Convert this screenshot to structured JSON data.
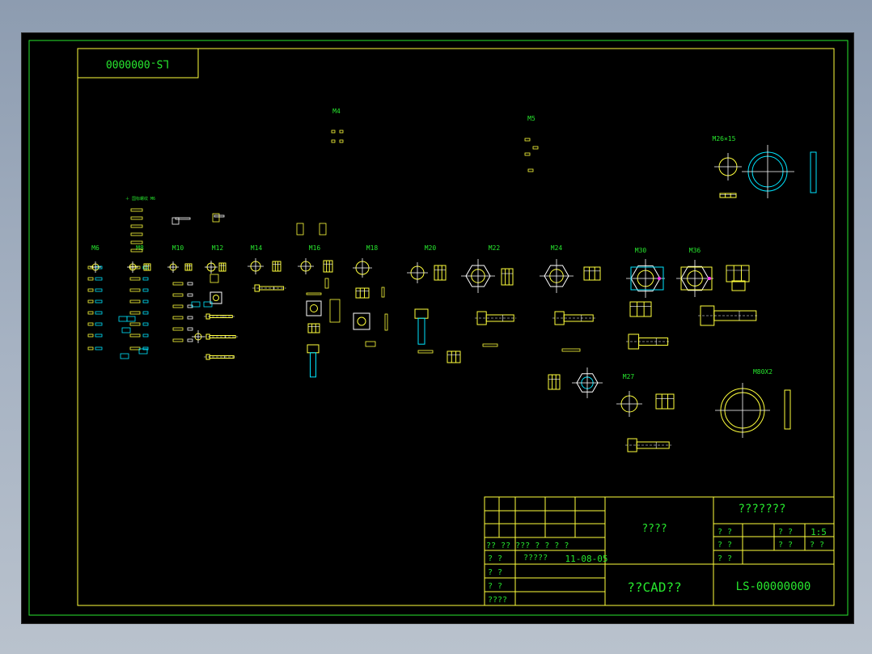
{
  "drawing": {
    "stamp_code_mirrored": "LS-0000000",
    "size_labels": [
      "M4",
      "M5",
      "M26×15",
      "M6",
      "M8",
      "M10",
      "M12",
      "M14",
      "M16",
      "M18",
      "M20",
      "M22",
      "M24",
      "M30",
      "M36",
      "M27",
      "M80X2"
    ],
    "note": "＋ 国标螺纹 M6"
  },
  "title_block": {
    "drawing_name": "???????",
    "material": "????",
    "company": "??CAD??",
    "drawing_no": "LS-00000000",
    "scale": "1:5",
    "date": "11-08-05",
    "cells": {
      "row_labels": [
        "?? ?? ??? ? ? ? ?",
        "? ?",
        "? ?",
        "? ?",
        "????"
      ],
      "designer_label": "?????",
      "weight_label": "? ?",
      "scale_label": "? ?",
      "q1": "? ?",
      "q2": "? ?",
      "q3": "? ?",
      "q4": "? ?"
    }
  },
  "colors": {
    "frame": "#ffff3c",
    "text": "#27e62e",
    "accent": "#00e5ff",
    "magenta": "#ff33ff",
    "white": "#ffffff"
  }
}
